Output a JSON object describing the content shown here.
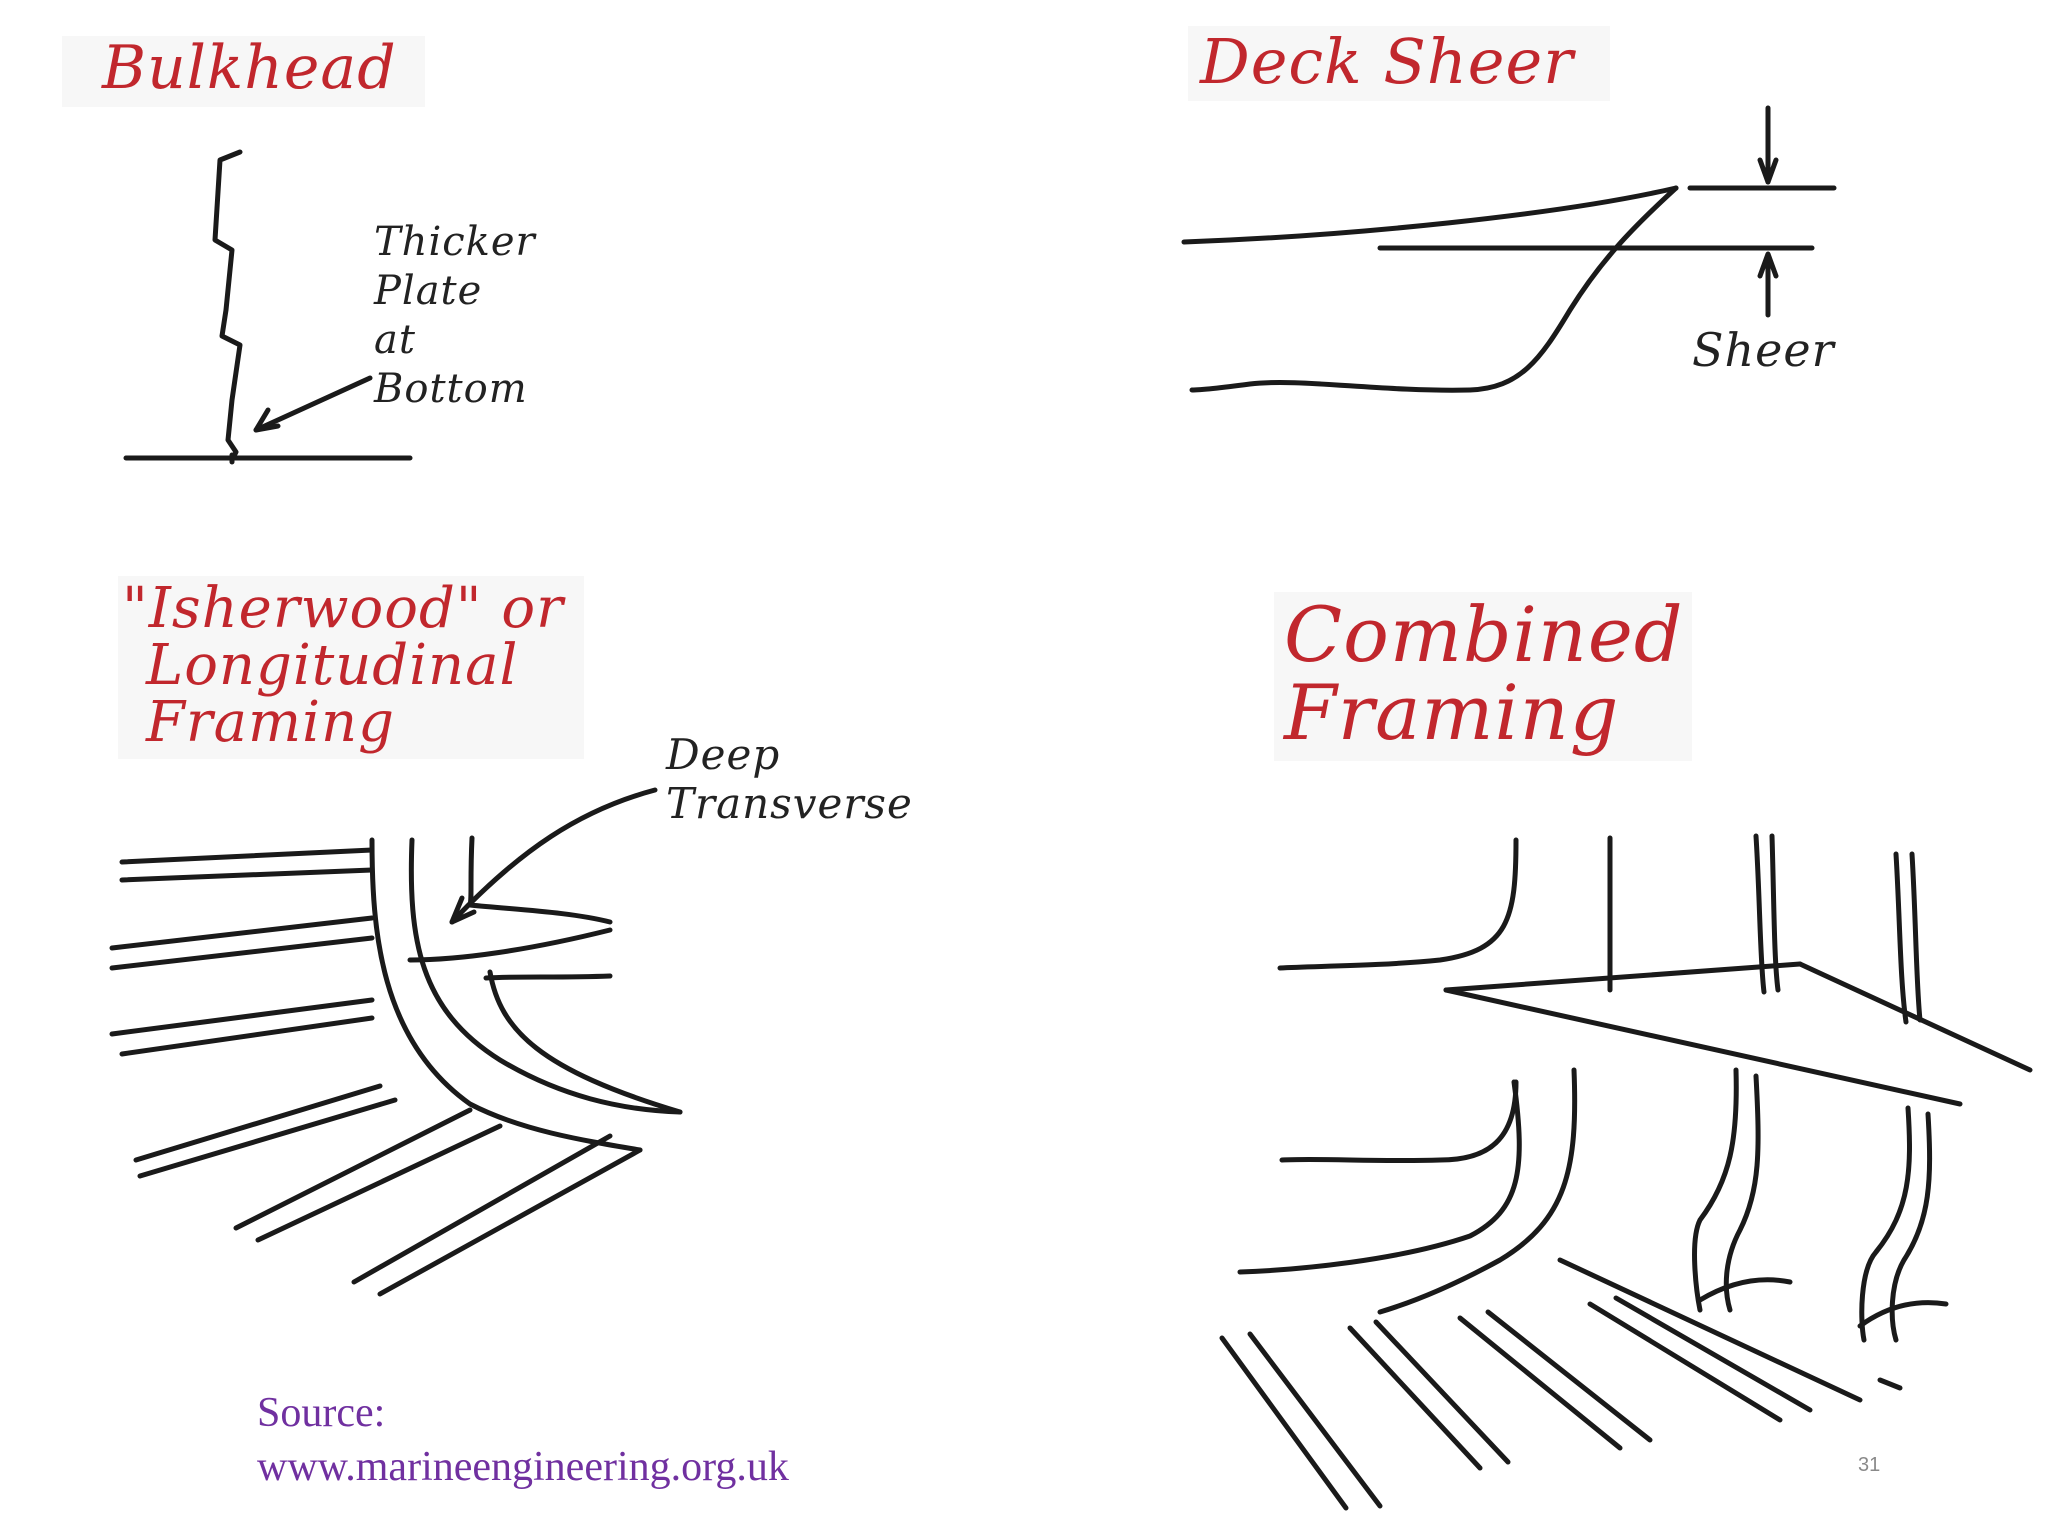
{
  "bulkhead": {
    "title": "Bulkhead",
    "note_lines": [
      "Thicker",
      "Plate",
      "at",
      "Bottom"
    ]
  },
  "deck_sheer": {
    "title": "Deck Sheer",
    "note": "Sheer"
  },
  "longitudinal": {
    "title_lines": [
      "\"Isherwood\" or",
      "Longitudinal",
      "Framing"
    ],
    "note_lines": [
      "Deep",
      "Transverse"
    ]
  },
  "combined": {
    "title_lines": [
      "Combined",
      "Framing"
    ]
  },
  "footer": {
    "source_label": "Source:",
    "source_url": "www.marineengineering.org.uk",
    "page_number": "31"
  },
  "colors": {
    "title": "#c1272d",
    "source": "#7030a0",
    "line": "#1a1a1a"
  }
}
